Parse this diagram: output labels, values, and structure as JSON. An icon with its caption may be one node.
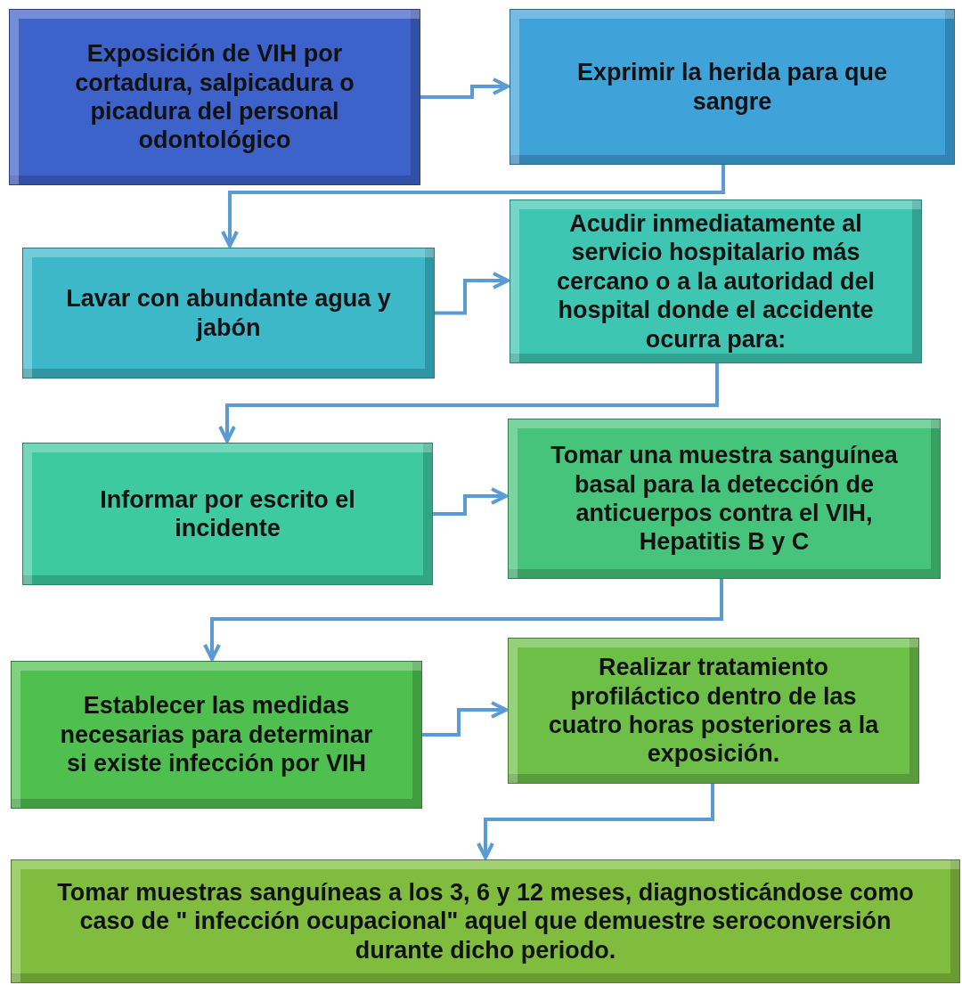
{
  "diagram": {
    "nodes": [
      {
        "text": [
          "Exposición de VIH por cortadura, salpicadura o picadura del personal odontológico"
        ]
      },
      {
        "text": [
          "Exprimir la herida para que sangre"
        ]
      },
      {
        "text": [
          "Lavar con abundante agua y jabón"
        ]
      },
      {
        "text": [
          "Acudir inmediatamente al servicio hospitalario más cercano o a la autoridad del hospital donde el accidente ocurra para:"
        ]
      },
      {
        "text": [
          "Informar por escrito el incidente"
        ]
      },
      {
        "text": [
          "Tomar una muestra sanguínea basal para la detección de anticuerpos contra el VIH, Hepatitis B y C"
        ]
      },
      {
        "text": [
          "Establecer las medidas necesarias para determinar si existe infección por VIH"
        ]
      },
      {
        "text": [
          "Realizar tratamiento profiláctico dentro de las cuatro horas posteriores a la exposición."
        ]
      },
      {
        "text": [
          "Tomar muestras sanguíneas a los 3, 6 y 12 meses, diagnosticándose como caso de \" infección ocupacional\" aquel que demuestre seroconversión durante dicho periodo."
        ]
      }
    ],
    "edges": [
      {
        "from": 0,
        "to": 1,
        "arrow": "to"
      },
      {
        "from": 1,
        "to": 2,
        "arrow": "to"
      },
      {
        "from": 2,
        "to": 3,
        "arrow": "to"
      },
      {
        "from": 3,
        "to": 4,
        "arrow": "to"
      },
      {
        "from": 4,
        "to": 5,
        "arrow": "to"
      },
      {
        "from": 5,
        "to": 6,
        "arrow": "to"
      },
      {
        "from": 6,
        "to": 7,
        "arrow": "to"
      },
      {
        "from": 7,
        "to": 8,
        "arrow": "to"
      }
    ]
  }
}
